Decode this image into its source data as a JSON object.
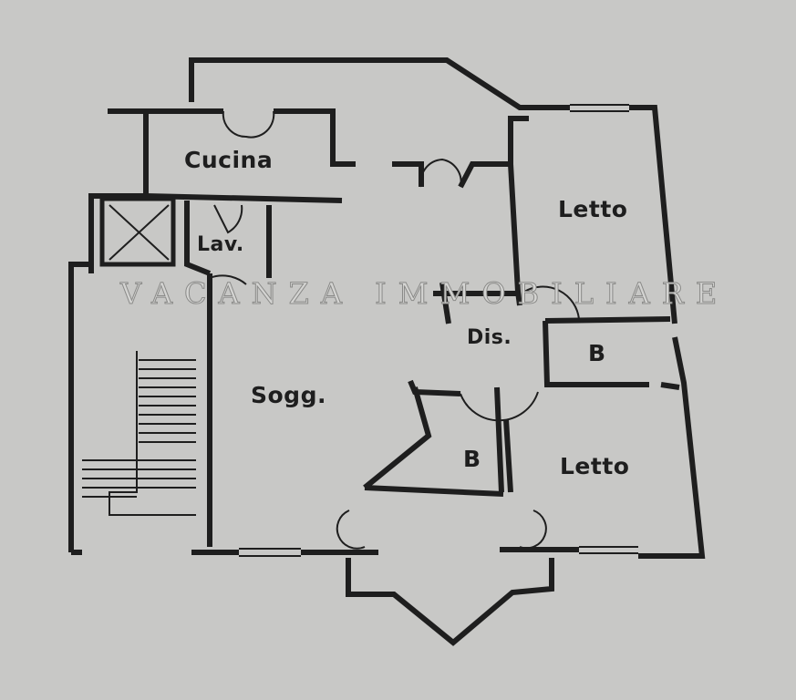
{
  "rooms": {
    "kitchen": "Cucina",
    "laundry": "Lav.",
    "bedroom_1": "Letto",
    "hallway": "Dis.",
    "bath_1": "B",
    "living": "Sogg.",
    "bath_2": "B",
    "bedroom_2": "Letto"
  },
  "watermark": "VACANZA IMMOBILIARE",
  "colors": {
    "paper": "#c8c8c6",
    "wall": "#1e1e1e"
  }
}
